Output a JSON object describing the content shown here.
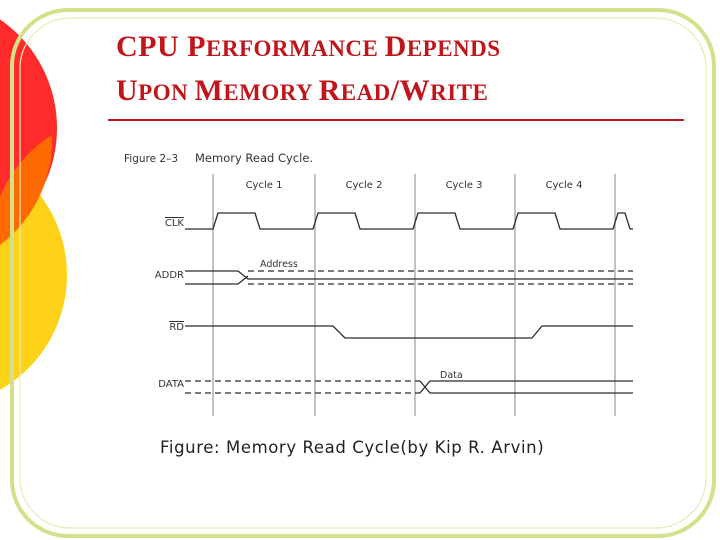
{
  "slide": {
    "title_line1": [
      {
        "t": "C",
        "sc": false
      },
      {
        "t": "PU ",
        "sc": false
      },
      {
        "t": "P",
        "sc": false
      },
      {
        "t": "ERFORMANCE ",
        "sc": true
      },
      {
        "t": "D",
        "sc": false
      },
      {
        "t": "EPENDS",
        "sc": true
      }
    ],
    "title_line2": [
      {
        "t": "U",
        "sc": false
      },
      {
        "t": "PON ",
        "sc": true
      },
      {
        "t": "M",
        "sc": false
      },
      {
        "t": "EMORY ",
        "sc": true
      },
      {
        "t": "R",
        "sc": false
      },
      {
        "t": "EAD",
        "sc": true
      },
      {
        "t": "/W",
        "sc": false
      },
      {
        "t": "RITE",
        "sc": true
      }
    ],
    "caption": "Figure: Memory Read Cycle(by Kip R. Arvin)",
    "colors": {
      "title": "#c0151b",
      "frame": "#d5e08a",
      "circle_red": "#ff2a2a",
      "circle_orange": "#ff6a00",
      "circle_yellow": "#ffd21a",
      "rule": "#c0151b"
    }
  },
  "figure": {
    "label": "Figure 2–3",
    "title": "Memory Read Cycle.",
    "cycles": [
      "Cycle 1",
      "Cycle 2",
      "Cycle 3",
      "Cycle 4"
    ],
    "signals": [
      {
        "key": "clk",
        "label": "CLK",
        "overline": true
      },
      {
        "key": "addr",
        "label": "ADDR",
        "overline": false
      },
      {
        "key": "rd",
        "label": "RD",
        "overline": true
      },
      {
        "key": "data",
        "label": "DATA",
        "overline": false
      }
    ],
    "annotations": {
      "address": "Address",
      "data": "Data"
    }
  }
}
